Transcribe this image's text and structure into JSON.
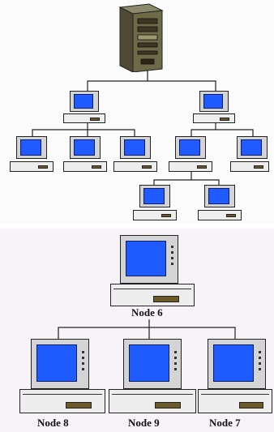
{
  "top_network": {
    "server_icon": "server-tower-icon",
    "workstation_icon": "desktop-computer-icon",
    "screen_color": "#1f5bff"
  },
  "bottom_network": {
    "root_node": {
      "label": "Node 6"
    },
    "child_nodes": [
      {
        "label": "Node 8"
      },
      {
        "label": "Node 9"
      },
      {
        "label": "Node 7"
      }
    ],
    "screen_color": "#1f5bff",
    "drive_color": "#6b5a28"
  }
}
